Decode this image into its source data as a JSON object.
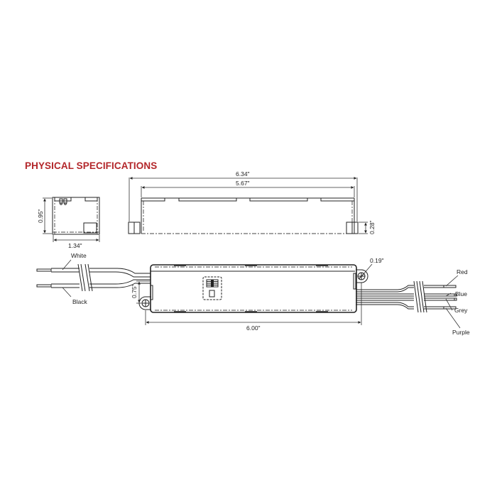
{
  "title": "PHYSICAL SPECIFICATIONS",
  "colors": {
    "title": "#b3262a",
    "line": "#222222",
    "background": "#ffffff"
  },
  "end_view": {
    "height_label": "0.95\"",
    "width_label": "1.34\""
  },
  "side_view": {
    "overall_length_label": "6.34\"",
    "body_length_label": "5.67\"",
    "foot_height_label": "0.28\""
  },
  "top_view": {
    "body_length_label": "6.00\"",
    "mount_offset_label": "0.75\"",
    "hole_diameter_label": "0.19\"",
    "input_wires": [
      {
        "label": "White"
      },
      {
        "label": "Black"
      }
    ],
    "output_wires": [
      {
        "label": "Red"
      },
      {
        "label": "Blue"
      },
      {
        "label": "Grey"
      },
      {
        "label": "Purple"
      }
    ]
  }
}
